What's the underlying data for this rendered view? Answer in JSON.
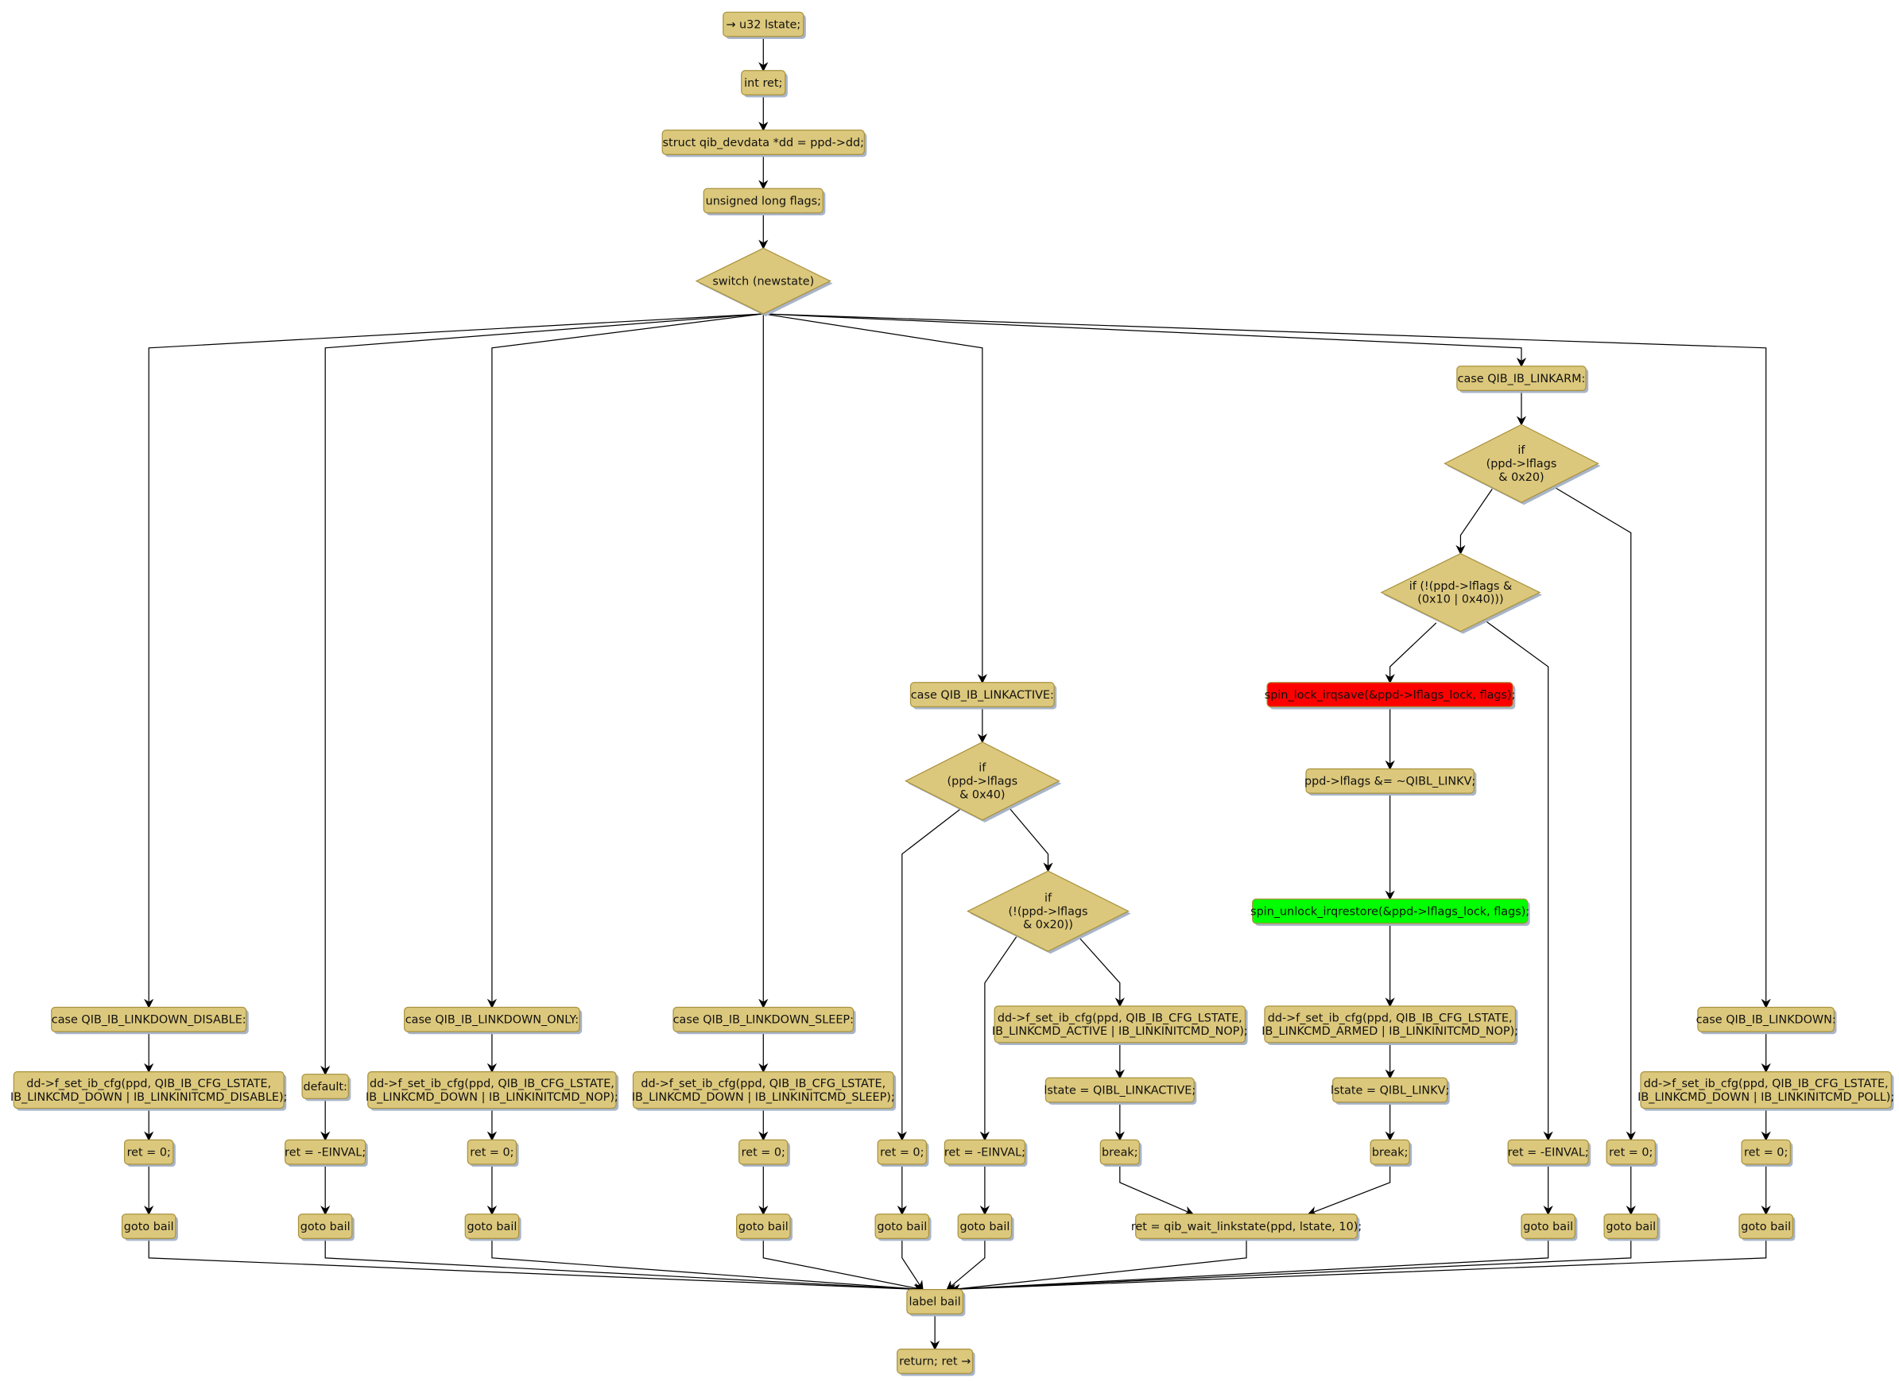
{
  "colors": {
    "node_fill": "#dcc87c",
    "lock_fill": "#ff0000",
    "unlock_fill": "#00ff00"
  },
  "nodes": {
    "start": [
      "→ u32 lstate;"
    ],
    "int_ret": [
      "int ret;"
    ],
    "struct_dd": [
      "struct qib_devdata *dd = ppd->dd;"
    ],
    "flags": [
      "unsigned long flags;"
    ],
    "switch": [
      "switch (newstate)"
    ],
    "case_linkarm": [
      "case QIB_IB_LINKARM:"
    ],
    "if_0x20": [
      "if",
      "(ppd->lflags",
      "& 0x20)"
    ],
    "if_not_0x10_0x40": [
      "if (!(ppd->lflags &",
      "(0x10 | 0x40)))"
    ],
    "spin_lock": [
      "spin_lock_irqsave(&ppd->lflags_lock, flags);"
    ],
    "clear_linkv": [
      "ppd->lflags &= ~QIBL_LINKV;"
    ],
    "spin_unlock": [
      "spin_unlock_irqrestore(&ppd->lflags_lock, flags);"
    ],
    "set_armed": [
      "dd->f_set_ib_cfg(ppd, QIB_IB_CFG_LSTATE,",
      "IB_LINKCMD_ARMED | IB_LINKINITCMD_NOP);"
    ],
    "lstate_linkv": [
      "lstate = QIBL_LINKV;"
    ],
    "break_arm": [
      "break;"
    ],
    "case_linkactive": [
      "case QIB_IB_LINKACTIVE:"
    ],
    "if_0x40": [
      "if",
      "(ppd->lflags",
      "& 0x40)"
    ],
    "if_not_0x20": [
      "if",
      "(!(ppd->lflags",
      "& 0x20))"
    ],
    "set_active": [
      "dd->f_set_ib_cfg(ppd, QIB_IB_CFG_LSTATE,",
      "IB_LINKCMD_ACTIVE | IB_LINKINITCMD_NOP);"
    ],
    "lstate_active": [
      "lstate = QIBL_LINKACTIVE;"
    ],
    "break_active": [
      "break;"
    ],
    "wait": [
      "ret = qib_wait_linkstate(ppd, lstate, 10);"
    ],
    "case_disable": [
      "case QIB_IB_LINKDOWN_DISABLE:"
    ],
    "set_disable": [
      "dd->f_set_ib_cfg(ppd, QIB_IB_CFG_LSTATE,",
      "IB_LINKCMD_DOWN | IB_LINKINITCMD_DISABLE);"
    ],
    "ret_disable": [
      "ret = 0;"
    ],
    "goto_disable": [
      "goto bail"
    ],
    "default": [
      "default:"
    ],
    "ret_default": [
      "ret = -EINVAL;"
    ],
    "goto_default": [
      "goto bail"
    ],
    "case_only": [
      "case QIB_IB_LINKDOWN_ONLY:"
    ],
    "set_only": [
      "dd->f_set_ib_cfg(ppd, QIB_IB_CFG_LSTATE,",
      "IB_LINKCMD_DOWN | IB_LINKINITCMD_NOP);"
    ],
    "ret_only": [
      "ret = 0;"
    ],
    "goto_only": [
      "goto bail"
    ],
    "case_sleep": [
      "case QIB_IB_LINKDOWN_SLEEP:"
    ],
    "set_sleep": [
      "dd->f_set_ib_cfg(ppd, QIB_IB_CFG_LSTATE,",
      "IB_LINKCMD_DOWN | IB_LINKINITCMD_SLEEP);"
    ],
    "ret_sleep": [
      "ret = 0;"
    ],
    "goto_sleep": [
      "goto bail"
    ],
    "ret_active_set": [
      "ret = 0;"
    ],
    "goto_active_set": [
      "goto bail"
    ],
    "ret_active_einval": [
      "ret = -EINVAL;"
    ],
    "goto_active_einval": [
      "goto bail"
    ],
    "ret_arm_einval": [
      "ret = -EINVAL;"
    ],
    "goto_arm_einval": [
      "goto bail"
    ],
    "ret_arm_set": [
      "ret = 0;"
    ],
    "goto_arm_set": [
      "goto bail"
    ],
    "case_linkdown": [
      "case QIB_IB_LINKDOWN:"
    ],
    "set_poll": [
      "dd->f_set_ib_cfg(ppd, QIB_IB_CFG_LSTATE,",
      "IB_LINKCMD_DOWN | IB_LINKINITCMD_POLL);"
    ],
    "ret_linkdown": [
      "ret = 0;"
    ],
    "goto_linkdown": [
      "goto bail"
    ],
    "label_bail": [
      "label bail"
    ],
    "return": [
      "return; ret →"
    ]
  }
}
